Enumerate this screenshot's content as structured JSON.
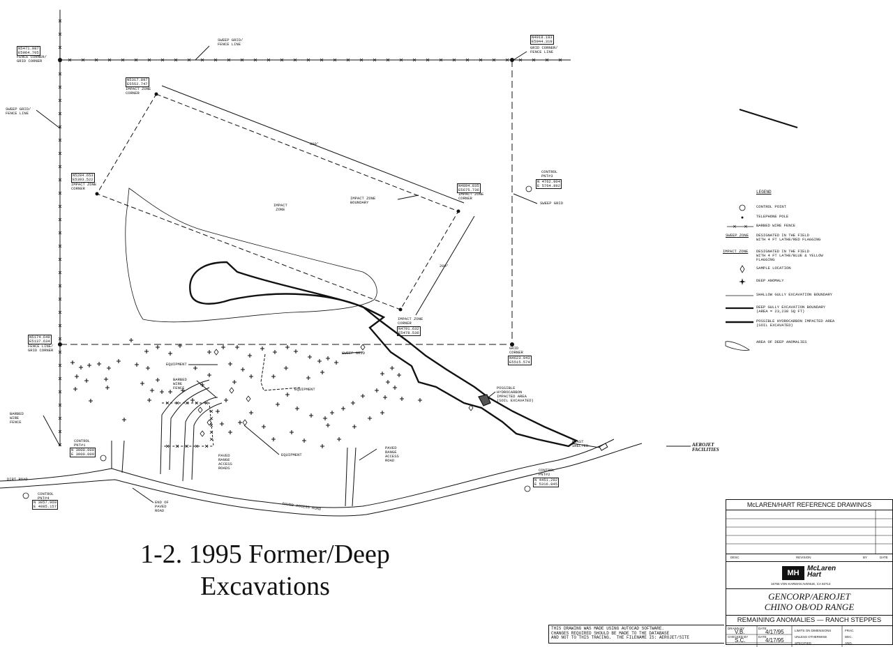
{
  "caption": {
    "line1": "1-2. 1995 Former/Deep",
    "line2": "Excavations"
  },
  "labels": {
    "nw_coords": "N5471.987\nE5964.705",
    "nw_corner": "FENCE CORNER/\nGRID CORNER",
    "sweep_grid_fence_top": "SWEEP GRID/\nFENCE LINE",
    "ne_coords": "N4918.183\nE5944.319",
    "ne_corner": "GRID CORNER/\nFENCE LINE",
    "sweep_grid_fence_left": "SWEEP GRID/\nFENCE LINE",
    "iz_nw_coords": "N5317.897\nE5552.747",
    "iz_nw_corner": "IMPACT ZONE\nCORNER",
    "dim_top": "800'",
    "iz_w_coords": "N5284.653\nE5393.522",
    "iz_w_corner": "IMPACT ZONE\nCORNER",
    "impact_zone": "IMPACT\nZONE",
    "iz_boundary": "IMPACT ZONE\nBOUNDARY",
    "iz_e_coords": "N4894.835\nE5675.736",
    "iz_e_corner": "IMPACT ZONE\nCORNER",
    "control_pnt3": "CONTROL\nPNT#3",
    "control_pnt3_coords": "N 4762.904\nE 5764.892",
    "sweep_grid_right": "SWEEP GRID",
    "dim_side": "200'",
    "iz_s_corner": "IMPACT ZONE\nCORNER",
    "iz_s_coords": "N4791.632\nE5478.536",
    "sw_coords": "N5174.649\nE5137.634",
    "sw_corner": "FENCE LINE/\nGRID CORNER",
    "sweep_grid_mid": "SWEEP GRID",
    "se_corner": "GRID\nCORNER",
    "se_coords": "N4623.943\nE5515.574",
    "equipment_1": "EQUIPMENT",
    "barbed_wire_mid": "BARBED\nWIRE\nFENCE",
    "equipment_2": "EQUIPMENT",
    "possible_hydrocarbon": "POSSIBLE\nHYDROCARBON\nIMPACTED AREA\n(SOIL EXCAVATED)",
    "barbed_wire_left": "BARBED\nWIRE\nFENCE",
    "control_pnt1": "CONTROL\nPNT#1",
    "control_pnt1_coords": "N 3000.000\nE 3000.000",
    "paved_range_left": "PAVED\nRANGE\nACCESS\nROADS",
    "equipment_3": "EQUIPMENT",
    "paved_range_right": "PAVED\nRANGE\nACCESS\nROAD",
    "blast_shelter": "BLAST\nSHELTER",
    "aerojet": "AEROJET\nFACILITIES",
    "dirt_road": "DIRT ROAD",
    "control_pnt2": "CONTROL\nPNT#2",
    "control_pnt2_coords": "N 4451.292\nE 5316.845",
    "control_pnt4": "CONTROL\nPNT#4",
    "control_pnt4_coords": "N 3057.969\nE 4085.157",
    "end_paved": "END OF\nPAVED\nROAD",
    "paved_access": "PAVED ACCESS ROAD"
  },
  "legend": {
    "title": "LEGEND",
    "items": [
      {
        "symbol": "control-point",
        "text": "CONTROL POINT"
      },
      {
        "symbol": "telephone-pole",
        "text": "TELEPHONE POLE"
      },
      {
        "symbol": "barbed-wire",
        "text": "BARBED WIRE FENCE"
      },
      {
        "symbol": "sweep-zone",
        "label": "SWEEP ZONE",
        "text": "DESIGNATED IN THE FIELD\nWITH 4 FT LATHE/RED FLAGGING"
      },
      {
        "symbol": "impact-zone",
        "label": "IMPACT ZONE",
        "text": "DESIGNATED IN THE FIELD\nWITH 4 FT LATHE/BLUE & YELLOW\nFLAGGING"
      },
      {
        "symbol": "sample-location",
        "text": "SAMPLE LOCATION"
      },
      {
        "symbol": "deep-anomaly",
        "text": "DEEP ANOMALY"
      },
      {
        "symbol": "shallow-gully",
        "text": "SHALLOW GULLY EXCAVATION BOUNDARY"
      },
      {
        "symbol": "deep-gully",
        "text": "DEEP GULLY EXCAVATION BOUNDARY\n(AREA = 23,238 SQ FT)"
      },
      {
        "symbol": "hydrocarbon",
        "text": "POSSIBLE HYDROCARBON IMPACTED AREA\n(SOIL EXCAVATED)"
      },
      {
        "symbol": "deep-anomalies-area",
        "text": "AREA OF DEEP ANOMALIES"
      }
    ]
  },
  "title_block": {
    "header": "McLAREN/HART REFERENCE DRAWINGS",
    "col_desc": "DESC",
    "col_revision": "REVISION",
    "col_by": "BY",
    "col_date": "DATE",
    "logo_text": "McLaren\nHart",
    "address": "16755 VON KARMAN AVENUE, CA 92714",
    "project_line1": "GENCORP/AEROJET",
    "project_line2": "CHINO OB/OD RANGE",
    "subtitle": "REMAINING ANOMALIES — RANCH STEPPES",
    "drawn_by_label": "DRAWN BY",
    "drawn_by": "V.B.",
    "date_label": "DATE",
    "drawn_date": "4/17/95",
    "checked_by_label": "CHECKED BY",
    "checked_by": "S.C.",
    "checked_date": "4/17/95",
    "limits": "LIMITS ON DIMENSIONS",
    "unless": "UNLESS OTHERWISE",
    "specified": "SPECIFIED",
    "frac": "FRAC.",
    "dec": "DEC.",
    "ang": "ANG."
  },
  "note": "THIS DRAWING WAS MADE USING AUTOCAD SOFTWARE.\nCHANGES REQUIRED SHOULD BE MADE TO THE DATABASE\nAND NOT TO THIS TRACING.  THE FILENAME IS: AEROJET/SITE"
}
